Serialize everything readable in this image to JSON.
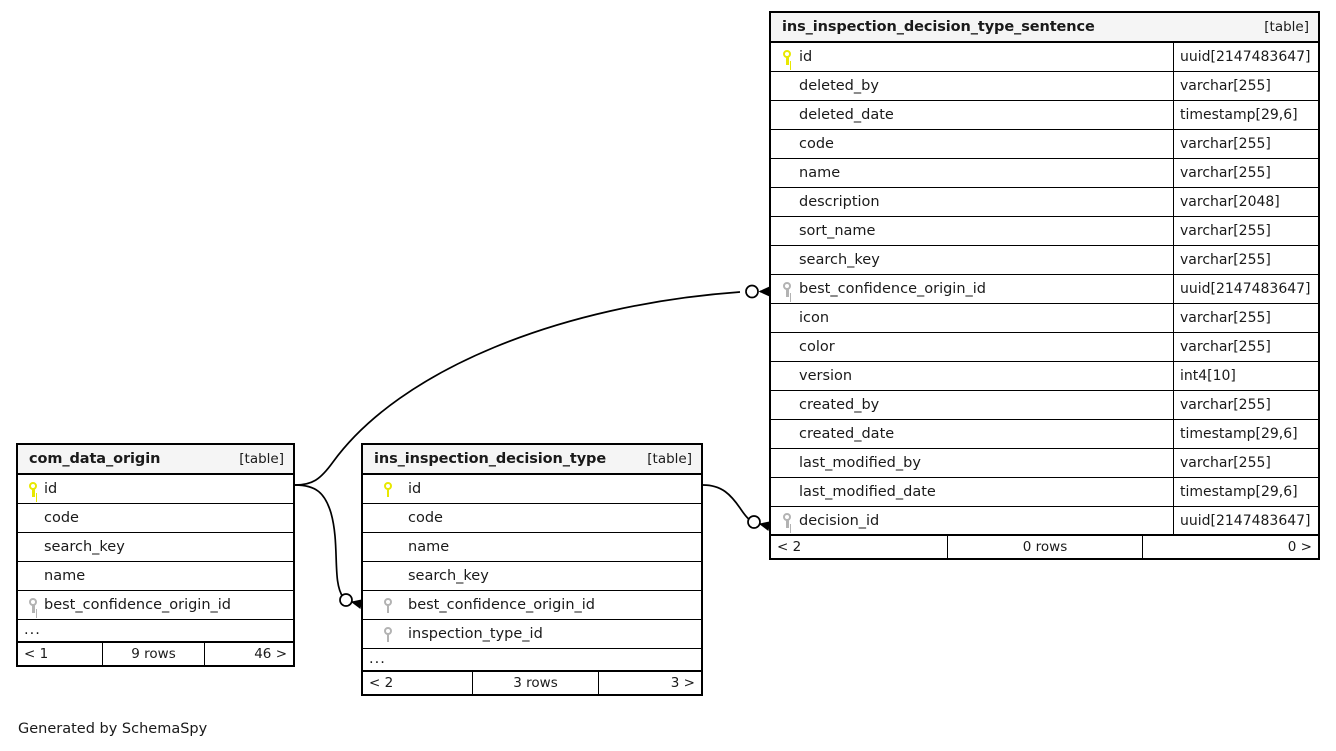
{
  "diagram": {
    "credit": "Generated by SchemaSpy",
    "kind_label": "[table]",
    "ellipsis": "...",
    "colors": {
      "primary_key_icon": "#e8e800",
      "foreign_key_icon": "#b3b3b3",
      "table_border": "#000000",
      "header_background": "#f5f5f5",
      "canvas_background": "#ffffff"
    }
  },
  "tables": {
    "sentence": {
      "name": "ins_inspection_decision_type_sentence",
      "kind": "[table]",
      "columns": [
        {
          "key": "pk",
          "name": "id",
          "type": "uuid[2147483647]"
        },
        {
          "key": "",
          "name": "deleted_by",
          "type": "varchar[255]"
        },
        {
          "key": "",
          "name": "deleted_date",
          "type": "timestamp[29,6]"
        },
        {
          "key": "",
          "name": "code",
          "type": "varchar[255]"
        },
        {
          "key": "",
          "name": "name",
          "type": "varchar[255]"
        },
        {
          "key": "",
          "name": "description",
          "type": "varchar[2048]"
        },
        {
          "key": "",
          "name": "sort_name",
          "type": "varchar[255]"
        },
        {
          "key": "",
          "name": "search_key",
          "type": "varchar[255]"
        },
        {
          "key": "fk",
          "name": "best_confidence_origin_id",
          "type": "uuid[2147483647]"
        },
        {
          "key": "",
          "name": "icon",
          "type": "varchar[255]"
        },
        {
          "key": "",
          "name": "color",
          "type": "varchar[255]"
        },
        {
          "key": "",
          "name": "version",
          "type": "int4[10]"
        },
        {
          "key": "",
          "name": "created_by",
          "type": "varchar[255]"
        },
        {
          "key": "",
          "name": "created_date",
          "type": "timestamp[29,6]"
        },
        {
          "key": "",
          "name": "last_modified_by",
          "type": "varchar[255]"
        },
        {
          "key": "",
          "name": "last_modified_date",
          "type": "timestamp[29,6]"
        },
        {
          "key": "fk",
          "name": "decision_id",
          "type": "uuid[2147483647]"
        }
      ],
      "has_ellipsis": false,
      "footer": {
        "left": "< 2",
        "middle": "0 rows",
        "right": "0 >"
      }
    },
    "origin": {
      "name": "com_data_origin",
      "kind": "[table]",
      "columns": [
        {
          "key": "pk",
          "name": "id"
        },
        {
          "key": "",
          "name": "code"
        },
        {
          "key": "",
          "name": "search_key"
        },
        {
          "key": "",
          "name": "name"
        },
        {
          "key": "fk",
          "name": "best_confidence_origin_id"
        }
      ],
      "has_ellipsis": true,
      "footer": {
        "left": "< 1",
        "middle": "9 rows",
        "right": "46 >"
      }
    },
    "decision_type": {
      "name": "ins_inspection_decision_type",
      "kind": "[table]",
      "columns": [
        {
          "key": "pk",
          "name": "id"
        },
        {
          "key": "",
          "name": "code"
        },
        {
          "key": "",
          "name": "name"
        },
        {
          "key": "",
          "name": "search_key"
        },
        {
          "key": "fk",
          "name": "best_confidence_origin_id"
        },
        {
          "key": "fk",
          "name": "inspection_type_id"
        }
      ],
      "has_ellipsis": true,
      "footer": {
        "left": "< 2",
        "middle": "3 rows",
        "right": "3 >"
      }
    }
  },
  "relationships": [
    {
      "from_table": "com_data_origin",
      "from_column": "id",
      "to_table": "ins_inspection_decision_type_sentence",
      "to_column": "best_confidence_origin_id"
    },
    {
      "from_table": "com_data_origin",
      "from_column": "id",
      "to_table": "ins_inspection_decision_type",
      "to_column": "best_confidence_origin_id"
    },
    {
      "from_table": "ins_inspection_decision_type",
      "from_column": "id",
      "to_table": "ins_inspection_decision_type_sentence",
      "to_column": "decision_id"
    }
  ]
}
